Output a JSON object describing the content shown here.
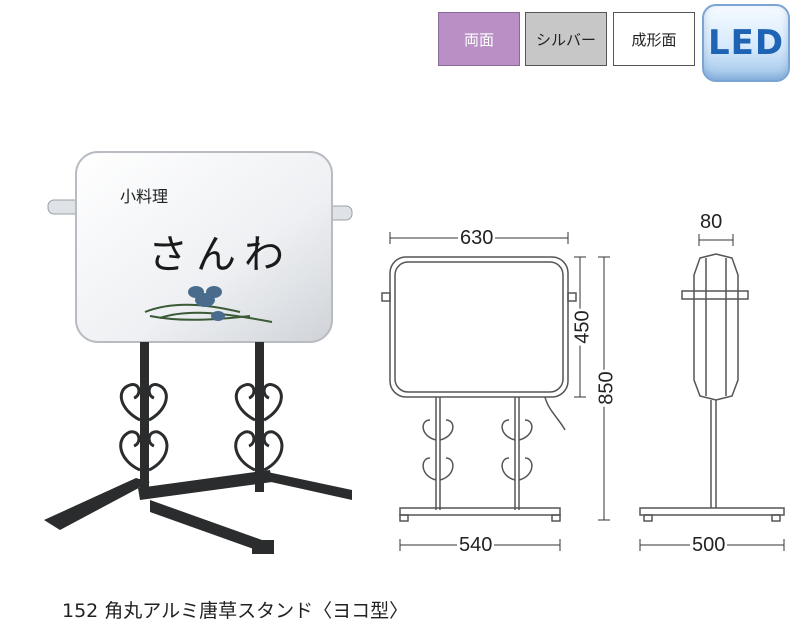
{
  "badges": {
    "both_sides": "両面",
    "silver": "シルバー",
    "molded_face": "成形面",
    "led": "LED"
  },
  "photo": {
    "sign_subtitle": "小料理",
    "sign_title": "さんわ"
  },
  "dimensions": {
    "front_width": "630",
    "panel_height": "450",
    "total_height": "850",
    "base_width_front": "540",
    "side_depth": "80",
    "base_width_side": "500"
  },
  "caption": "152 角丸アルミ唐草スタンド〈ヨコ型〉",
  "colors": {
    "both_sides_badge": "#b98fc6",
    "silver_badge": "#c7c7c7",
    "led_text": "#1f63b4",
    "stand_metal": "#2a2c2d"
  }
}
